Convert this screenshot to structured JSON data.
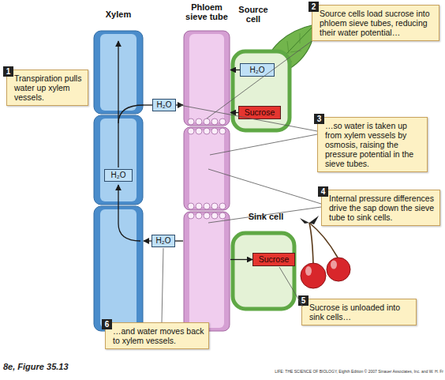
{
  "diagram": {
    "nodes": [
      {
        "text": [
          "Xylem"
        ]
      },
      {
        "text": [
          "Phloem sieve tube"
        ]
      },
      {
        "text": [
          "Source cell"
        ]
      },
      {
        "text": [
          "H₂O"
        ],
        "in": 2
      },
      {
        "text": [
          "Sucrose"
        ],
        "in": 2
      },
      {
        "text": [
          "2",
          "Source cells load sucrose into phloem sieve tubes, reducing their water potential…"
        ]
      },
      {
        "text": [
          "1",
          "Transpiration pulls water up xylem vessels."
        ]
      },
      {
        "text": [
          "H₂O"
        ]
      },
      {
        "text": [
          "3",
          "…so water is taken up from xylem vessels by osmosis, raising the pressure potential in the sieve tubes."
        ]
      },
      {
        "text": [
          "H₂O"
        ],
        "in": 0
      },
      {
        "text": [
          "4",
          "Internal pressure differences drive the sap down the sieve tube to sink cells."
        ]
      },
      {
        "text": [
          "Sink cell"
        ]
      },
      {
        "text": [
          "H₂O"
        ]
      },
      {
        "text": [
          "Sucrose"
        ],
        "in": 11
      },
      {
        "text": [
          "5",
          "Sucrose is unloaded into sink cells…"
        ]
      },
      {
        "text": [
          "6",
          "…and water moves back to xylem vessels."
        ]
      }
    ],
    "edges": [
      {
        "from": 0,
        "to": 7,
        "arrow": "none"
      },
      {
        "from": 7,
        "to": 1,
        "arrow": "to"
      },
      {
        "from": 3,
        "to": 1,
        "arrow": "to"
      },
      {
        "from": 4,
        "to": 1,
        "arrow": "to"
      },
      {
        "from": 1,
        "to": 12,
        "arrow": "none"
      },
      {
        "from": 12,
        "to": 0,
        "arrow": "to"
      },
      {
        "from": 1,
        "to": 13,
        "arrow": "to"
      }
    ],
    "labels": [
      "8e, Figure 35.13",
      "LIFE: THE SCIENCE OF BIOLOGY, Eighth Edition © 2007 Sinauer Associates, Inc. and W. H. Fr"
    ]
  }
}
